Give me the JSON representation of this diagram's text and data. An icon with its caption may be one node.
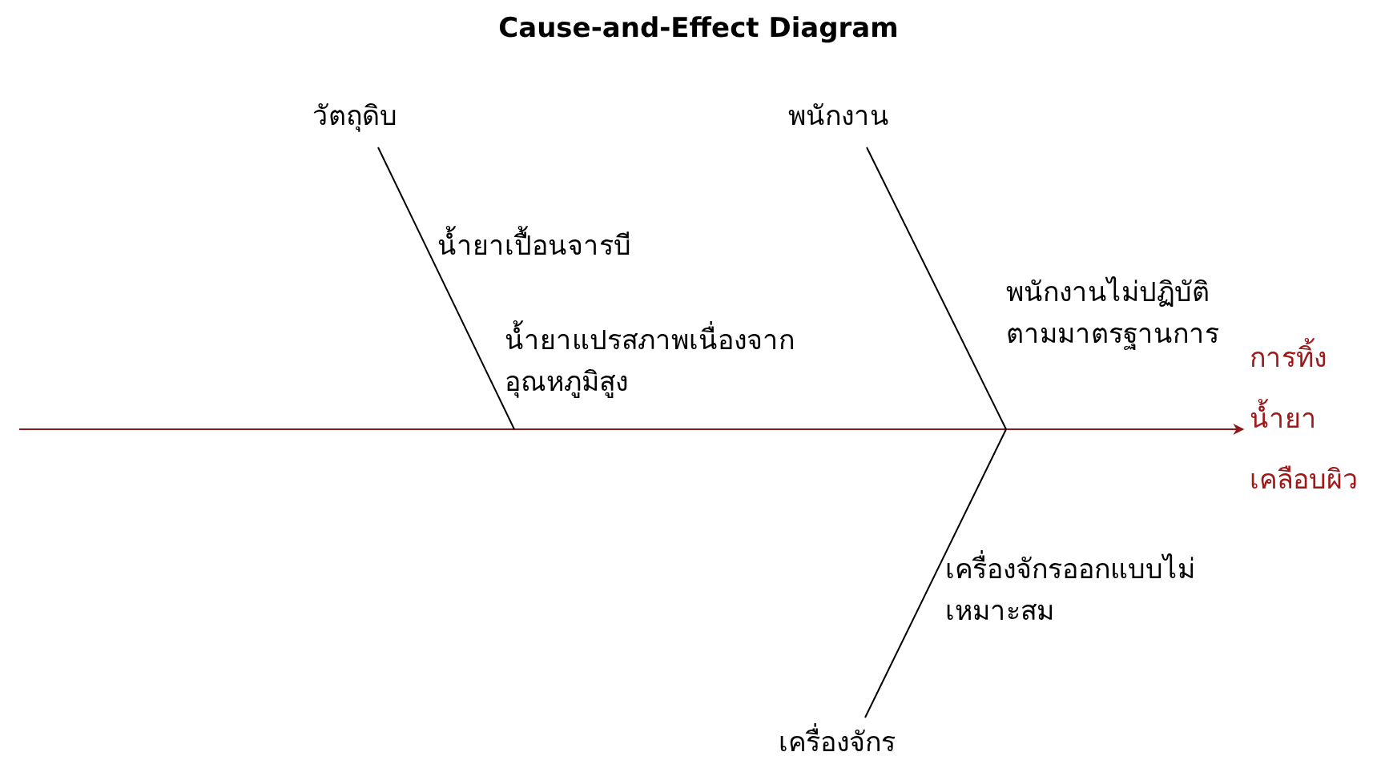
{
  "diagram": {
    "title": "Cause-and-Effect Diagram",
    "nodes": [
      {
        "text": [
          "วัตถุดิบ"
        ]
      },
      {
        "text": [
          "พนักงาน"
        ]
      },
      {
        "text": [
          "เครื่องจักร"
        ]
      },
      {
        "text": [
          "การทิ้งน้ำยาเคลือบผิว"
        ]
      }
    ],
    "edges": [
      {
        "from": null,
        "to": 3,
        "arrow": "to",
        "color": "#8b1a1a"
      },
      {
        "from": 0,
        "to": null,
        "arrow": "none"
      },
      {
        "from": 1,
        "to": null,
        "arrow": "none"
      },
      {
        "from": 2,
        "to": null,
        "arrow": "none"
      }
    ],
    "labels": [
      "น้ำยาเปื้อนจารบี",
      "น้ำยาแปรสภาพเนื่องจากอุณหภูมิสูง",
      "พนักงานไม่ปฏิบัติตามมาตรฐานการ",
      "เครื่องจักรออกแบบไม่เหมาะสม"
    ]
  }
}
